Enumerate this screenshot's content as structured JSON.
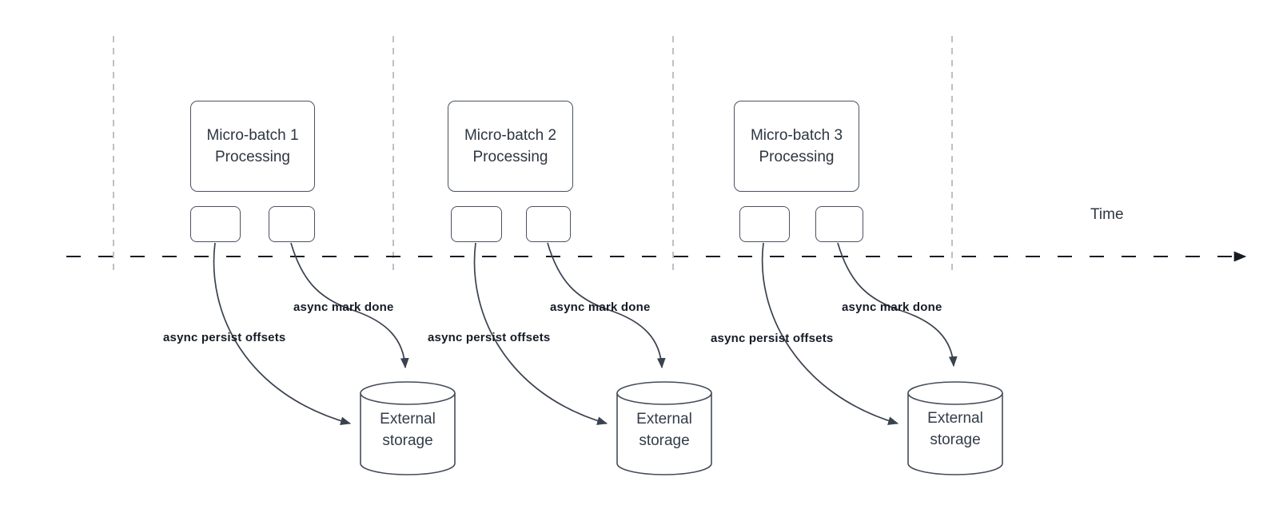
{
  "time_axis": {
    "label": "Time"
  },
  "batches": [
    {
      "box_title_line1": "Micro-batch 1",
      "box_title_line2": "Processing",
      "persist_label": "async persist offsets",
      "mark_done_label": "async mark done",
      "storage_line1": "External",
      "storage_line2": "storage"
    },
    {
      "box_title_line1": "Micro-batch 2",
      "box_title_line2": "Processing",
      "persist_label": "async persist offsets",
      "mark_done_label": "async mark done",
      "storage_line1": "External",
      "storage_line2": "storage"
    },
    {
      "box_title_line1": "Micro-batch 3",
      "box_title_line2": "Processing",
      "persist_label": "async persist offsets",
      "mark_done_label": "async mark done",
      "storage_line1": "External",
      "storage_line2": "storage"
    }
  ],
  "colors": {
    "shape_border": "#4a5260",
    "box_text": "#2e3642",
    "bold_label_text": "#151b26",
    "curve_arrow": "#3a4250",
    "time_axis_line": "#171c24",
    "guide_line": "#a9abad",
    "background": "#ffffff"
  }
}
